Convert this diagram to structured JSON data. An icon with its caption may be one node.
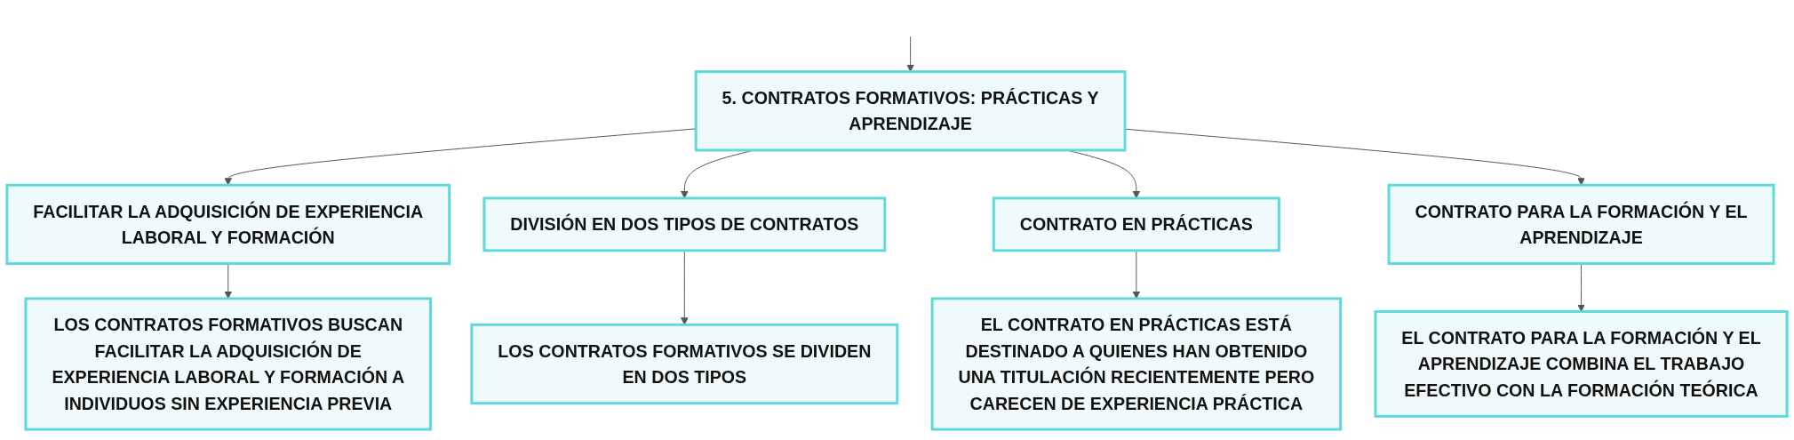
{
  "diagram": {
    "nodes": [
      {
        "text": [
          "5. CONTRATOS FORMATIVOS: PRÁCTICAS Y APRENDIZAJE"
        ]
      },
      {
        "text": [
          "FACILITAR LA ADQUISICIÓN DE EXPERIENCIA LABORAL Y FORMACIÓN"
        ]
      },
      {
        "text": [
          "DIVISIÓN EN DOS TIPOS DE CONTRATOS"
        ]
      },
      {
        "text": [
          "CONTRATO EN PRÁCTICAS"
        ]
      },
      {
        "text": [
          "CONTRATO PARA LA FORMACIÓN Y EL APRENDIZAJE"
        ]
      },
      {
        "text": [
          "LOS CONTRATOS FORMATIVOS BUSCAN FACILITAR LA ADQUISICIÓN DE EXPERIENCIA LABORAL Y FORMACIÓN A INDIVIDUOS SIN EXPERIENCIA PREVIA"
        ]
      },
      {
        "text": [
          "LOS CONTRATOS FORMATIVOS SE DIVIDEN EN DOS TIPOS"
        ]
      },
      {
        "text": [
          "EL CONTRATO EN PRÁCTICAS ESTÁ DESTINADO A QUIENES HAN OBTENIDO UNA TITULACIÓN RECIENTEMENTE PERO CARECEN DE EXPERIENCIA PRÁCTICA"
        ]
      },
      {
        "text": [
          "EL CONTRATO PARA LA FORMACIÓN Y EL APRENDIZAJE COMBINA EL TRABAJO EFECTIVO CON LA FORMACIÓN TEÓRICA"
        ]
      }
    ],
    "edges": [
      {
        "from": null,
        "to": 0,
        "arrow": "to"
      },
      {
        "from": 0,
        "to": 1,
        "arrow": "to"
      },
      {
        "from": 0,
        "to": 2,
        "arrow": "to"
      },
      {
        "from": 0,
        "to": 3,
        "arrow": "to"
      },
      {
        "from": 0,
        "to": 4,
        "arrow": "to"
      },
      {
        "from": 1,
        "to": 5,
        "arrow": "to"
      },
      {
        "from": 2,
        "to": 6,
        "arrow": "to"
      },
      {
        "from": 3,
        "to": 7,
        "arrow": "to"
      },
      {
        "from": 4,
        "to": 8,
        "arrow": "to"
      }
    ]
  }
}
